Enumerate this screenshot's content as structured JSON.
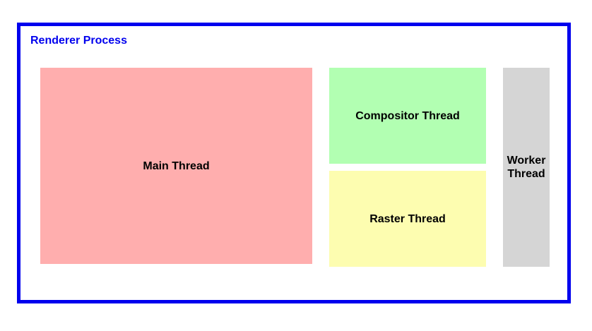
{
  "process": {
    "label": "Renderer Process",
    "border_color": "#0000ee"
  },
  "threads": {
    "main": {
      "label": "Main Thread",
      "color": "#ffaeae"
    },
    "compositor": {
      "label": "Compositor Thread",
      "color": "#b2ffb2"
    },
    "raster": {
      "label": "Raster Thread",
      "color": "#fdfdb0"
    },
    "worker": {
      "label": "Worker Thread",
      "color": "#d5d5d5"
    }
  }
}
